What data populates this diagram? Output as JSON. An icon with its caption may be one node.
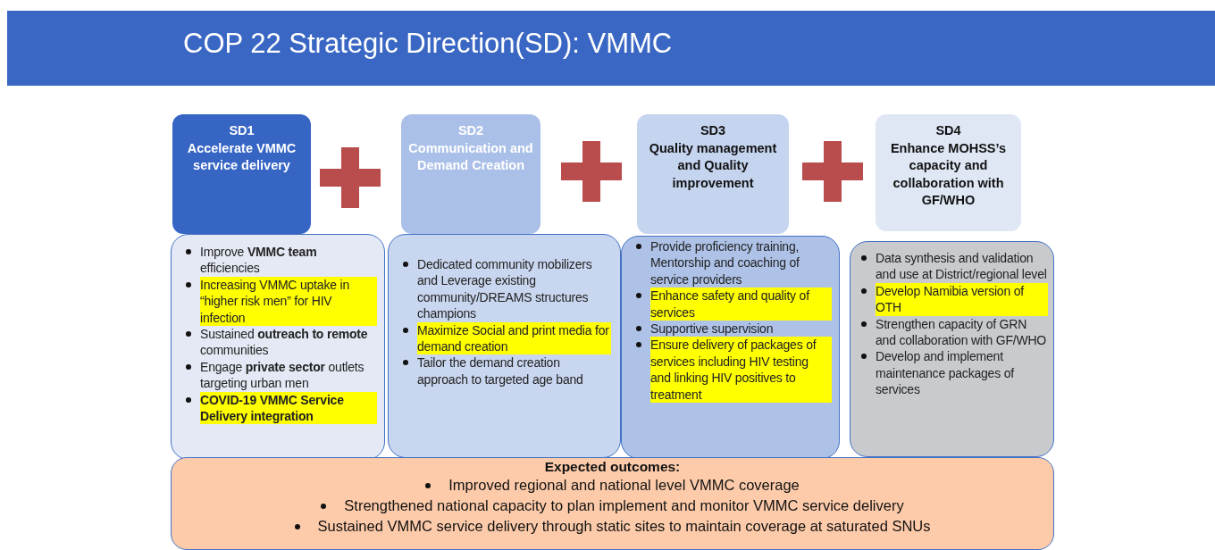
{
  "diagram": {
    "title": "COP 22 Strategic Direction(SD): VMMC",
    "nodes": [
      {
        "text": [
          "SD1",
          "Accelerate VMMC service delivery"
        ]
      },
      {
        "text": [
          "SD2",
          "Communication and Demand Creation"
        ]
      },
      {
        "text": [
          "SD3",
          "Quality management and Quality improvement"
        ]
      },
      {
        "text": [
          "SD4",
          "Enhance MOHSS’s capacity and collaboration with GF/WHO"
        ]
      },
      {
        "text": [
          "Improve **VMMC team** efficiencies",
          "Increasing VMMC uptake in “higher risk men” for HIV infection",
          "Sustained **outreach to remote** communities",
          "Engage **private sector** outlets targeting urban men",
          "COVID-19 VMMC Service Delivery integration"
        ]
      },
      {
        "text": [
          "Dedicated community mobilizers and Leverage existing community/DREAMS structures champions",
          "Maximize Social and print media for demand creation",
          "Tailor the demand creation approach to targeted age band"
        ]
      },
      {
        "text": [
          "Provide proficiency training, Mentorship and coaching of service providers",
          "Enhance safety and quality of services",
          "Supportive supervision",
          "Ensure delivery of packages of services including HIV testing and linking HIV positives to treatment"
        ]
      },
      {
        "text": [
          "Data synthesis and validation and use at District/regional level",
          "Develop Namibia version of OTH",
          "Strengthen capacity of GRN and collaboration with GF/WHO",
          "Develop and implement maintenance packages of services"
        ]
      },
      {
        "text": [
          "Expected outcomes:",
          "Improved regional and national level VMMC coverage",
          "Strengthened national capacity to plan implement and monitor VMMC service delivery",
          "Sustained VMMC service delivery through static sites to maintain coverage at saturated SNUs"
        ]
      }
    ]
  }
}
